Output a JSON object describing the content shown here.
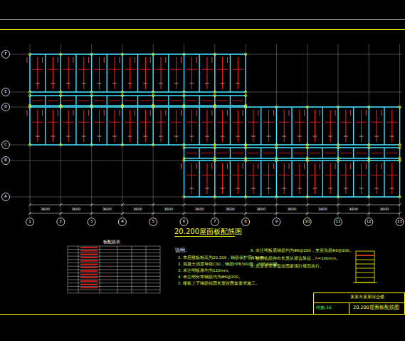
{
  "diagram": {
    "title": "20.200屋面板配筋图",
    "labels": [
      "说明:",
      "1. 本层楼板标高为20.200，钢筋保护层15mm。",
      "2. 混凝土强度等级C30，钢筋HPB300级、HRB400级。",
      "3. 未注明板厚均为120mm。",
      "4. 未注明分布钢筋均为Φ6@200。",
      "5. 楼板上下钢筋锚固长度按图集要求施工。",
      "6. 未注明板底钢筋均为Φ8@200，支座负筋Φ8@200。",
      "7. 板面负筋伸出长度从梁边算起，h=100mm。",
      "8. 其余未尽事宜按国家现行规范执行。",
      "板配筋表",
      "某某市某某综合楼",
      "20.200屋面板配筋图",
      "结施-16",
      "1",
      "2",
      "3",
      "4",
      "5",
      "6",
      "7",
      "8",
      "9",
      "10",
      "11",
      "12",
      "13",
      "F",
      "E",
      "D",
      "C",
      "B",
      "A",
      "3600",
      "3600",
      "3600",
      "3600",
      "3600",
      "3600",
      "3600",
      "3600",
      "3600",
      "3600",
      "3600",
      "3600"
    ]
  }
}
